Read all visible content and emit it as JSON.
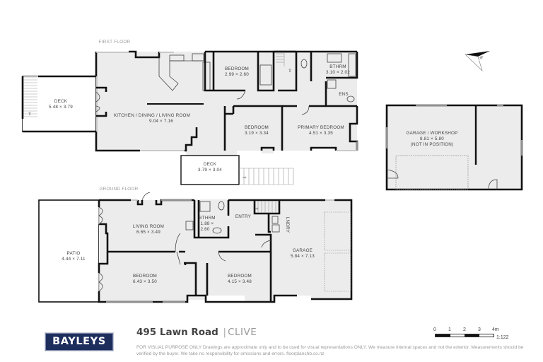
{
  "floors": {
    "first_floor_label": "FIRST FLOOR",
    "ground_floor_label": "GROUND FLOOR"
  },
  "rooms": {
    "first_floor": [
      {
        "name": "DECK",
        "size": "5.48 × 3.79"
      },
      {
        "name": "KITCHEN / DINING / LIVING ROOM",
        "size": "9.04 × 7.16"
      },
      {
        "name": "BEDROOM",
        "size": "2.99 × 2.60"
      },
      {
        "name": "BTHRM",
        "size": "3.10 × 2.02"
      },
      {
        "name": "ENS",
        "size": ""
      },
      {
        "name": "BEDROOM",
        "size": "3.19 × 3.34"
      },
      {
        "name": "PRIMARY BEDROOM",
        "size": "4.51 × 3.35"
      },
      {
        "name": "DECK",
        "size": "3.79 × 3.04"
      }
    ],
    "outbuilding": {
      "name": "GARAGE / WORKSHOP",
      "size": "8.81 × 5.80",
      "note": "(NOT IN POSITION)"
    },
    "ground_floor": [
      {
        "name": "PATIO",
        "size": "4.44 × 7.11"
      },
      {
        "name": "LIVING ROOM",
        "size": "6.65 × 3.49"
      },
      {
        "name": "BTHRM",
        "size_line1": "1.88 ×",
        "size_line2": "2.60"
      },
      {
        "name": "ENTRY",
        "size": ""
      },
      {
        "name": "LNDRY",
        "size": ""
      },
      {
        "name": "GARAGE",
        "size": "5.84 × 7.13"
      },
      {
        "name": "BEDROOM",
        "size": "6.43 × 3.50"
      },
      {
        "name": "BEDROOM",
        "size": "4.15 × 3.48"
      }
    ]
  },
  "compass": {
    "icon": "north-arrow-icon",
    "label": "N"
  },
  "footer": {
    "brand": "BAYLEYS",
    "brand_color": "#1d2d5c",
    "address": "495 Lawn Road",
    "separator": "|",
    "suburb": "CLIVE",
    "disclaimer": "FOR VISUAL PURPOSE ONLY Drawings are approximate only and to be used for visual representations ONLY. We measure internal spaces and not the exterior. Measurements should be verified by the buyer. We take no responsibility for omissions and errors. floorplanshb.co.nz"
  },
  "scale_bar": {
    "ticks": [
      "0",
      "1",
      "2",
      "3",
      "4m"
    ],
    "ratio": "1:122"
  }
}
